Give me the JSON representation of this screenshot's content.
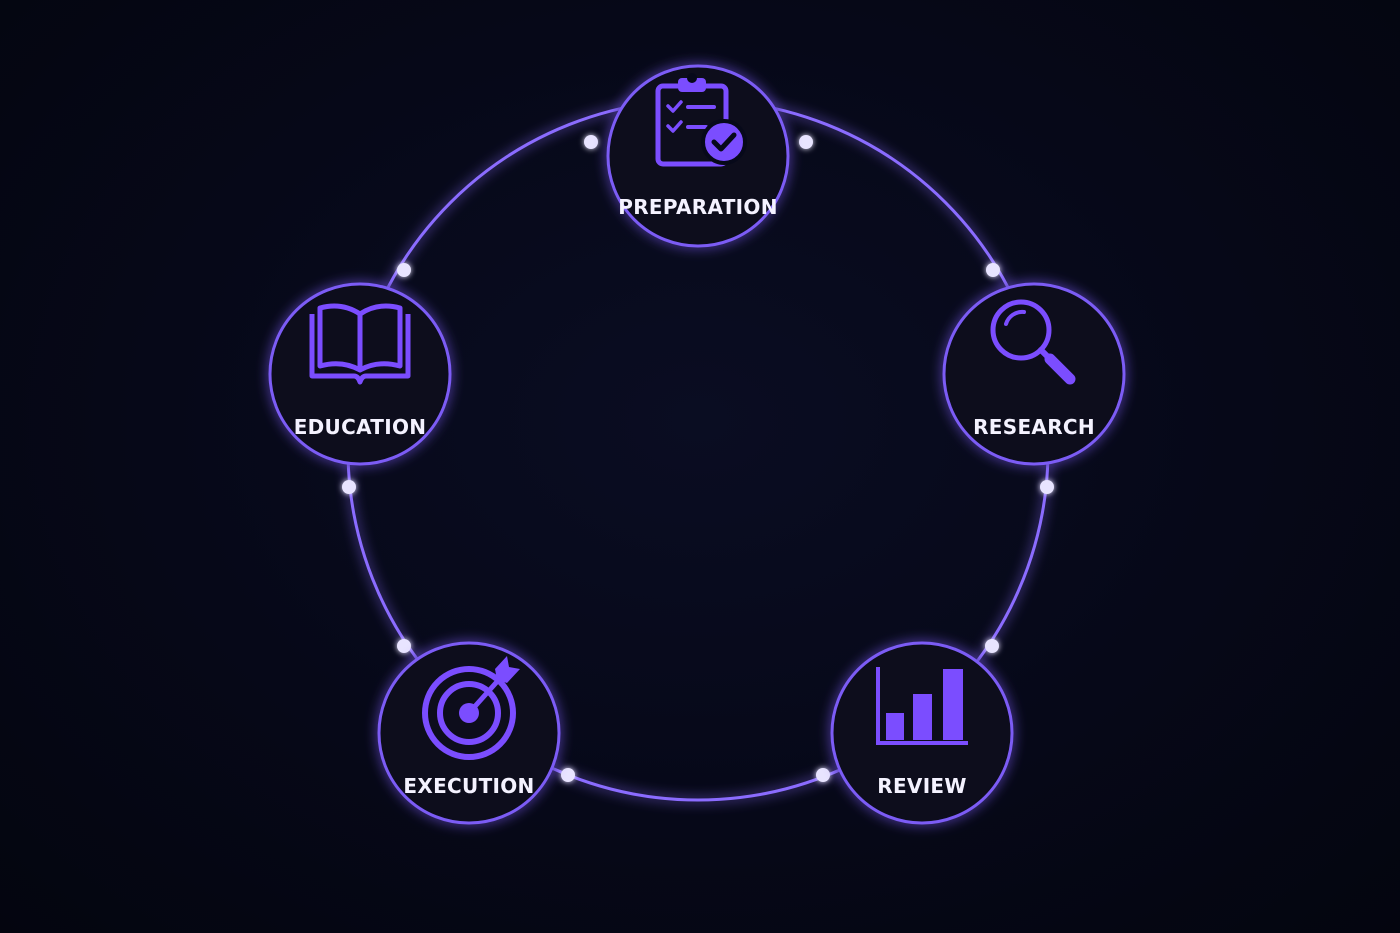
{
  "stages": [
    {
      "id": "preparation",
      "label": "PREPARATION",
      "icon": "clipboard-check-icon"
    },
    {
      "id": "research",
      "label": "RESEARCH",
      "icon": "magnifying-glass-icon"
    },
    {
      "id": "review",
      "label": "REVIEW",
      "icon": "bar-chart-icon"
    },
    {
      "id": "execution",
      "label": "EXECUTION",
      "icon": "target-arrow-icon"
    },
    {
      "id": "education",
      "label": "EDUCATION",
      "icon": "open-book-icon"
    }
  ],
  "colors": {
    "background": "#050714",
    "ring": "#8b6cff",
    "node_fill": "#07091a",
    "node_stroke": "#7b5cf5",
    "icon": "#7b4dff",
    "dot": "#e8e4ff",
    "label": "#f4f2ff"
  }
}
